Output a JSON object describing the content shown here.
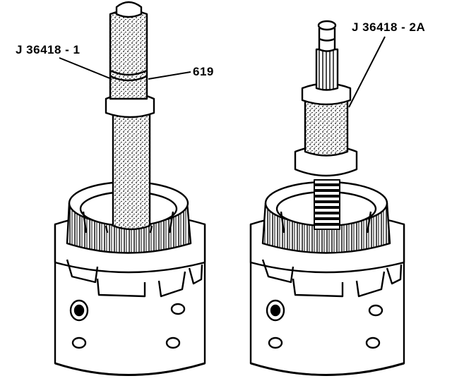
{
  "callouts": {
    "tool_left": "J 36418 - 1",
    "part_number": "619",
    "tool_right": "J 36418 - 2A"
  },
  "style": {
    "line_color": "#000000",
    "background": "#ffffff"
  }
}
